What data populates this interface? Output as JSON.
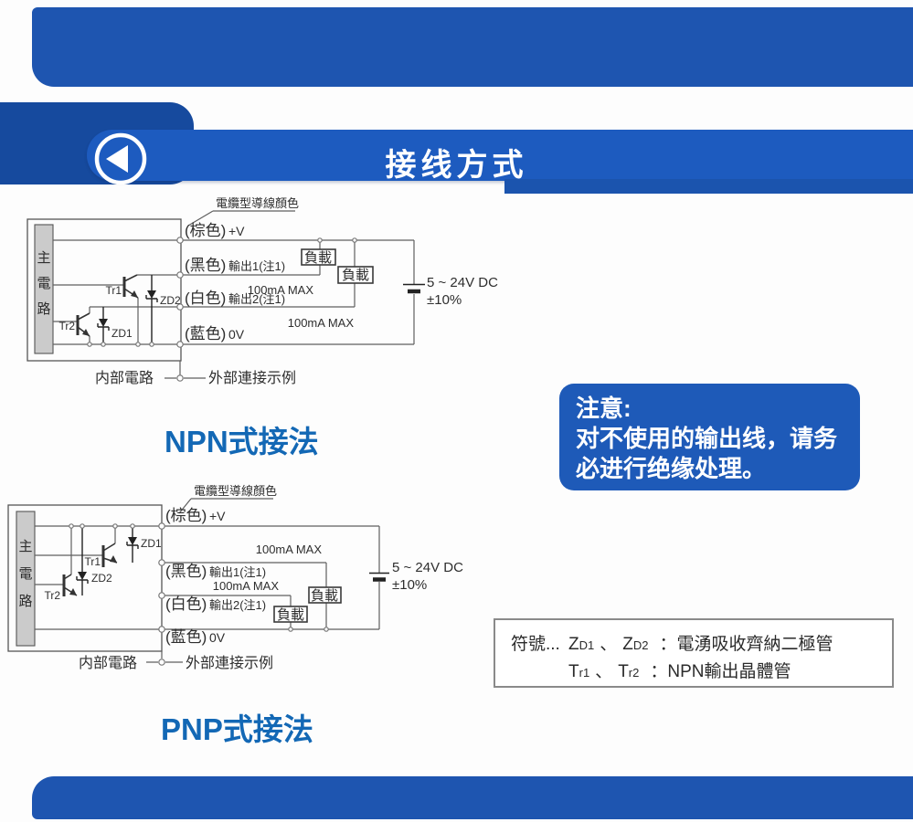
{
  "colors": {
    "header_bar_blue": "#1d5bbf",
    "ribbon_blue": "#164a9e",
    "header_step_blue": "#1b54ae",
    "outer_strip_blue": "#1e55b0",
    "note_box_blue": "#1e5ab8",
    "section_heading_blue": "#1368b5"
  },
  "header": {
    "title": "接线方式",
    "back_icon": "circled-left-arrow"
  },
  "note": {
    "line1": "注意:",
    "line2": "对不使用的输出线，请务",
    "line3": "必进行绝缘处理。"
  },
  "legend": {
    "prefix": "符號...",
    "z": "Z",
    "d1": "D1",
    "d2": "D2",
    "t": "T",
    "r1": "r1",
    "r2": "r2",
    "sep": "、",
    "zd_desc": "：電湧吸收齊納二極管",
    "tr_desc": "：NPN輸出晶體管"
  },
  "npn": {
    "title": "NPN式接法",
    "cable_note": "電纜型導線顏色",
    "m1": "主",
    "m2": "電",
    "m3": "路",
    "brown": "(棕色)",
    "brown_sub": "+V",
    "black": "(黑色)",
    "black_sub": "輸出1(注1)",
    "white": "(白色)",
    "white_sub": "輸出2(注1)",
    "blue": "(藍色)",
    "blue_sub": "0V",
    "max1": "100mA MAX",
    "max2": "100mA MAX",
    "load1": "負載",
    "load2": "負載",
    "supply_v": "5 ~ 24V DC",
    "supply_tol": "±10%",
    "tr1": "Tr1",
    "tr2": "Tr2",
    "zd_tr1": "ZD2",
    "zd_tr2": "ZD1",
    "internal": "内部電路",
    "external": "外部連接示例"
  },
  "pnp": {
    "title": "PNP式接法",
    "cable_note": "電纜型導線顏色",
    "m1": "主",
    "m2": "電",
    "m3": "路",
    "brown": "(棕色)",
    "brown_sub": "+V",
    "black": "(黑色)",
    "black_sub": "輸出1(注1)",
    "white": "(白色)",
    "white_sub": "輸出2(注1)",
    "blue": "(藍色)",
    "blue_sub": "0V",
    "max1": "100mA MAX",
    "max2": "100mA MAX",
    "load1": "負載",
    "load2": "負載",
    "supply_v": "5 ~ 24V DC",
    "supply_tol": "±10%",
    "tr1": "Tr1",
    "tr2": "Tr2",
    "zd_tr1": "ZD1",
    "zd_tr2": "ZD2",
    "internal": "内部電路",
    "external": "外部連接示例"
  }
}
